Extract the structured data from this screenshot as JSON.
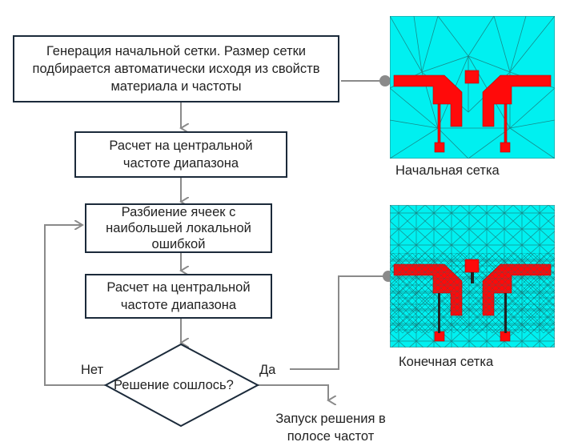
{
  "flowchart": {
    "step1": "Генерация начальной сетки. Размер сетки подбирается автоматически исходя из свойств материала и частоты",
    "step2": "Расчет на центральной частоте диапазона",
    "step3": "Разбиение ячеек с наибольшей локальной ошибкой",
    "step4": "Расчет на центральной частоте диапазона",
    "decision": "Решение сошлось?",
    "no_label": "Нет",
    "yes_label": "Да",
    "final": "Запуск решения в полосе частот"
  },
  "meshes": {
    "initial_caption": "Начальная сетка",
    "final_caption": "Конечная сетка"
  },
  "colors": {
    "substrate": "#00f0f0",
    "conductor": "#ff0a0a",
    "mesh_line": "#178b8b",
    "connector": "#8a8a8a",
    "box_border": "#1b2a3a"
  }
}
